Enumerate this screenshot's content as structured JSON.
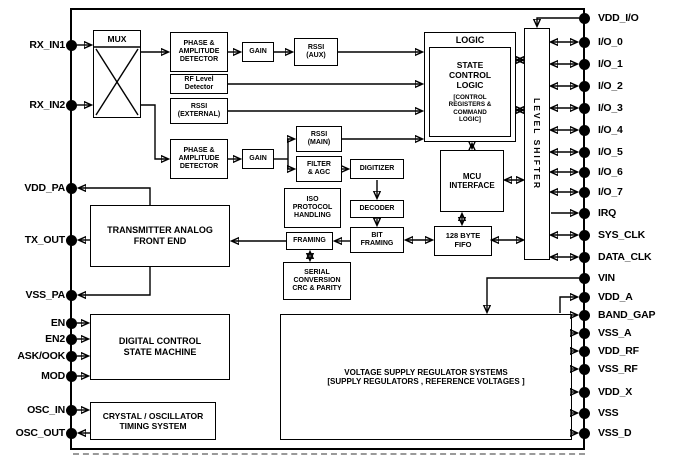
{
  "pins": {
    "left": [
      {
        "label": "RX_IN1"
      },
      {
        "label": "RX_IN2"
      },
      {
        "label": "VDD_PA"
      },
      {
        "label": "TX_OUT"
      },
      {
        "label": "VSS_PA"
      },
      {
        "label": "EN"
      },
      {
        "label": "EN2"
      },
      {
        "label": "ASK/OOK"
      },
      {
        "label": "MOD"
      },
      {
        "label": "OSC_IN"
      },
      {
        "label": "OSC_OUT"
      }
    ],
    "right": [
      {
        "label": "VDD_I/O"
      },
      {
        "label": "I/O_0"
      },
      {
        "label": "I/O_1"
      },
      {
        "label": "I/O_2"
      },
      {
        "label": "I/O_3"
      },
      {
        "label": "I/O_4"
      },
      {
        "label": "I/O_5"
      },
      {
        "label": "I/O_6"
      },
      {
        "label": "I/O_7"
      },
      {
        "label": "IRQ"
      },
      {
        "label": "SYS_CLK"
      },
      {
        "label": "DATA_CLK"
      },
      {
        "label": "VIN"
      },
      {
        "label": "VDD_A"
      },
      {
        "label": "BAND_GAP"
      },
      {
        "label": "VSS_A"
      },
      {
        "label": "VDD_RF"
      },
      {
        "label": "VSS_RF"
      },
      {
        "label": "VDD_X"
      },
      {
        "label": "VSS"
      },
      {
        "label": "VSS_D"
      }
    ]
  },
  "blocks": {
    "mux": "MUX",
    "phase_amp_detector_top": "PHASE &\nAMPLITUDE\nDETECTOR",
    "gain_top": "GAIN",
    "rssi_aux": "RSSI\n(AUX)",
    "rf_level_detector": "RF Level\nDetector",
    "rssi_external": "RSSI\n(EXTERNAL)",
    "phase_amp_detector_bottom": "PHASE &\nAMPLITUDE\nDETECTOR",
    "gain_bottom": "GAIN",
    "rssi_main": "RSSI\n(MAIN)",
    "filter_agc": "FILTER\n& AGC",
    "digitizer": "DIGITIZER",
    "iso_protocol": "ISO\nPROTOCOL\nHANDLING",
    "decoder": "DECODER",
    "framing": "FRAMING",
    "bit_framing": "BIT\nFRAMING",
    "fifo": "128 BYTE\nFIFO",
    "logic_title": "LOGIC",
    "state_control_logic": "STATE\nCONTROL\nLOGIC",
    "control_registers": "[CONTROL\nREGISTERS &\nCOMMAND\nLOGIC]",
    "mcu_interface": "MCU\nINTERFACE",
    "level_shifter": "LEVEL SHIFTER",
    "transmitter_afe": "TRANSMITTER ANALOG\nFRONT END",
    "serial_conversion": "SERIAL\nCONVERSION\nCRC & PARITY",
    "digital_control": "DIGITAL CONTROL\nSTATE MACHINE",
    "crystal_osc": "CRYSTAL / OSCILLATOR\nTIMING SYSTEM",
    "voltage_regulator": "VOLTAGE SUPPLY REGULATOR SYSTEMS\n[SUPPLY REGULATORS , REFERENCE VOLTAGES ]"
  },
  "colors": {
    "line": "#000000",
    "background": "#ffffff"
  }
}
